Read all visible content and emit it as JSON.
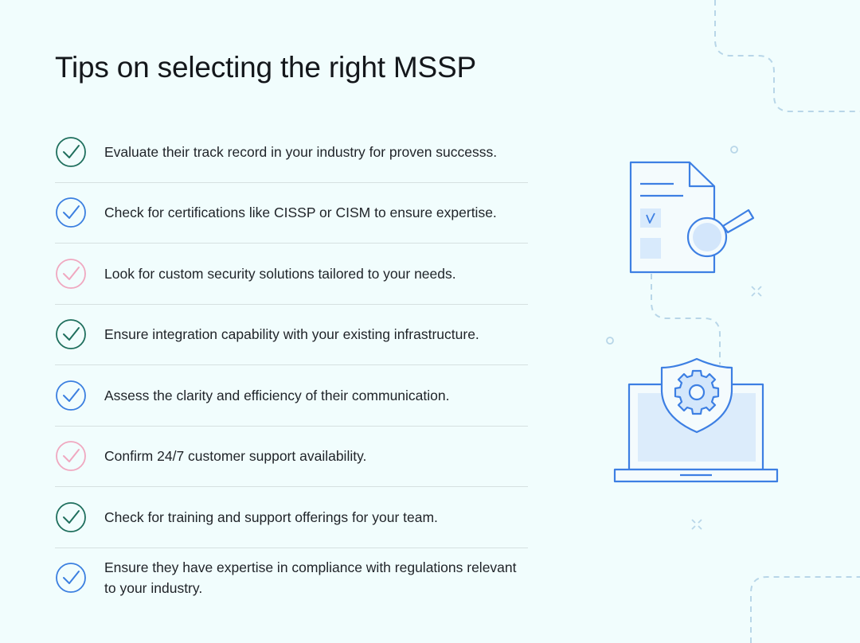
{
  "title": "Tips on selecting the right MSSP",
  "colors": {
    "background": "#f1fdfd",
    "teal": "#1f6f5d",
    "blue": "#3b7fe0",
    "pink": "#f0a8c0",
    "illustration": "#3d7fe3",
    "divider": "#d6e1e1"
  },
  "tips": [
    {
      "text": "Evaluate their track record in your industry for proven successs.",
      "icon": "check-circle-icon",
      "color": "teal"
    },
    {
      "text": "Check for certifications like CISSP or CISM to ensure expertise.",
      "icon": "check-circle-icon",
      "color": "blue"
    },
    {
      "text": "Look for custom security solutions tailored to your needs.",
      "icon": "check-circle-icon",
      "color": "pink"
    },
    {
      "text": "Ensure integration capability with your existing infrastructure.",
      "icon": "check-circle-icon",
      "color": "teal"
    },
    {
      "text": "Assess the clarity and efficiency of their communication.",
      "icon": "check-circle-icon",
      "color": "blue"
    },
    {
      "text": "Confirm 24/7 customer support availability.",
      "icon": "check-circle-icon",
      "color": "pink"
    },
    {
      "text": "Check for training and support offerings for your team.",
      "icon": "check-circle-icon",
      "color": "teal"
    },
    {
      "text": "Ensure they have expertise in compliance with regulations relevant to your industry.",
      "icon": "check-circle-icon",
      "color": "blue"
    }
  ],
  "illustration": {
    "document_icon": "document-search-icon",
    "laptop_icon": "laptop-shield-gear-icon"
  }
}
